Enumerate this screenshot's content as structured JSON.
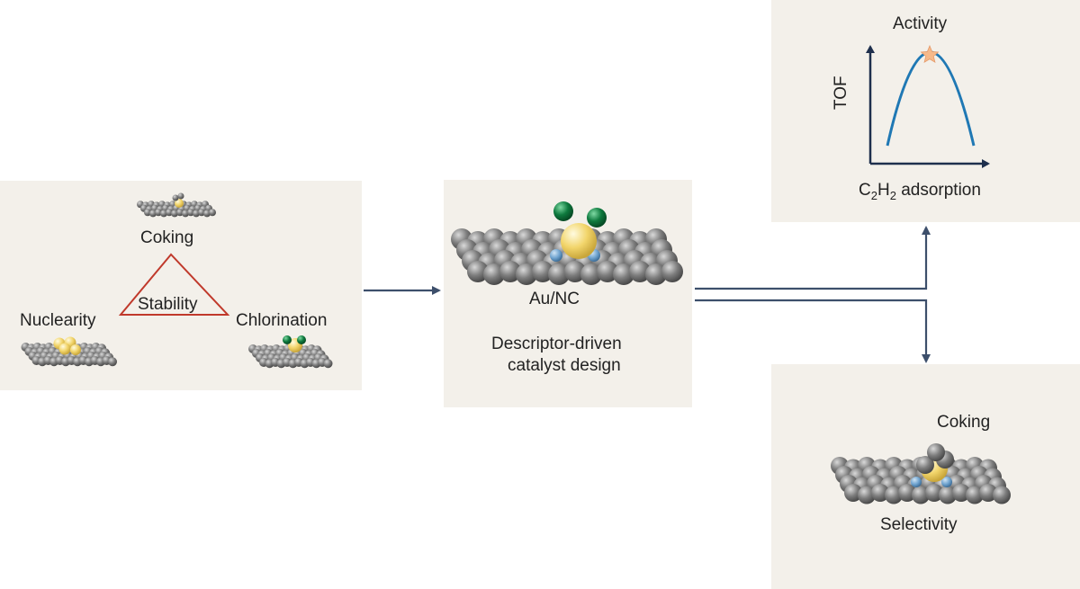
{
  "stability_panel": {
    "coking_label": "Coking",
    "stability_label": "Stability",
    "nuclearity_label": "Nuclearity",
    "chlorination_label": "Chlorination"
  },
  "design_panel": {
    "catalyst_label": "Au/NC",
    "design_line1": "Descriptor-driven",
    "design_line2": "catalyst design"
  },
  "activity_panel": {
    "title": "Activity",
    "y_axis_label": "TOF",
    "x_axis_label_main": "C",
    "x_axis_sub1": "2",
    "x_axis_mid": "H",
    "x_axis_sub2": "2",
    "x_axis_tail": " adsorption"
  },
  "selectivity_panel": {
    "coking_label": "Coking",
    "selectivity_label": "Selectivity"
  },
  "colors": {
    "panel_bg": "#f3f0ea",
    "arrow": "#3d4f6b",
    "curve": "#1f78b4",
    "triangle": "#c0392b",
    "gold": "#f2d56b",
    "carbon": "#7d7d7d",
    "chlorine": "#0e7a3e",
    "nitrogen": "#6fa3cf",
    "star": "#f6b98a"
  }
}
